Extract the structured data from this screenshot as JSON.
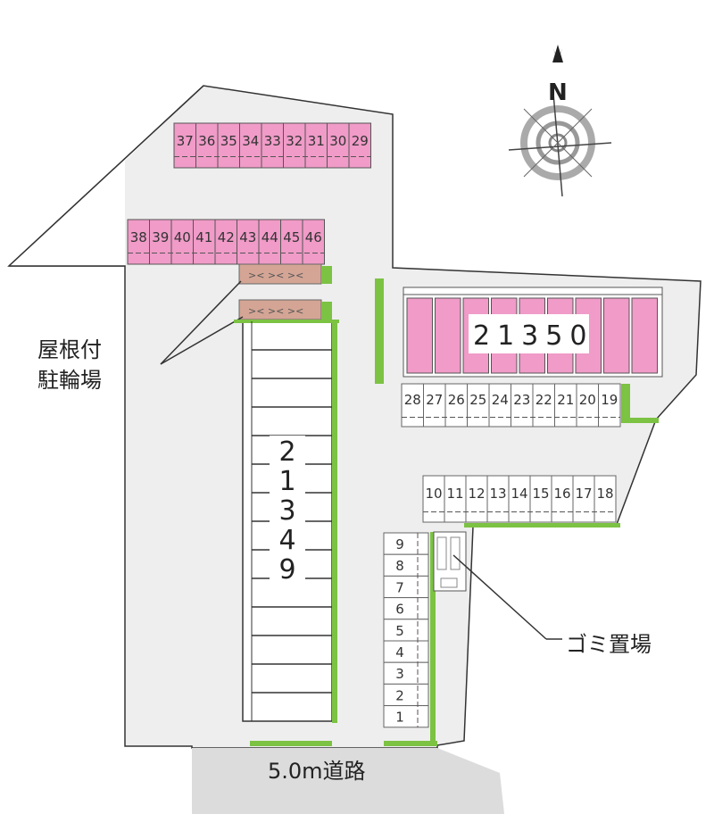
{
  "compass": {
    "north_label": "N",
    "icon": "compass-rose-icon"
  },
  "building_top_row": [
    "37",
    "36",
    "35",
    "34",
    "33",
    "32",
    "31",
    "30",
    "29"
  ],
  "building_second_row": [
    "38",
    "39",
    "40",
    "41",
    "42",
    "43",
    "44",
    "45",
    "46"
  ],
  "building_right_label": "21350",
  "parking_under_right": [
    "28",
    "27",
    "26",
    "25",
    "24",
    "23",
    "22",
    "21",
    "20",
    "19"
  ],
  "parking_mid_right": [
    "10",
    "11",
    "12",
    "13",
    "14",
    "15",
    "16",
    "17",
    "18"
  ],
  "parking_left_column": [
    "9",
    "8",
    "7",
    "6",
    "5",
    "4",
    "3",
    "2",
    "1"
  ],
  "building_left_label": [
    "2",
    "1",
    "3",
    "4",
    "9"
  ],
  "bike_parking_label": [
    "屋根付",
    "駐輪場"
  ],
  "garbage_label": "ゴミ置場",
  "road_label": "5.0m道路",
  "colors": {
    "building_pink": "#f09bc8",
    "building_pink_dark": "#e85aa8",
    "lot_gray": "#ececec",
    "green_hedge": "#7cc243",
    "bike_brown": "#d4a595",
    "road_gray": "#dcdcdc"
  }
}
